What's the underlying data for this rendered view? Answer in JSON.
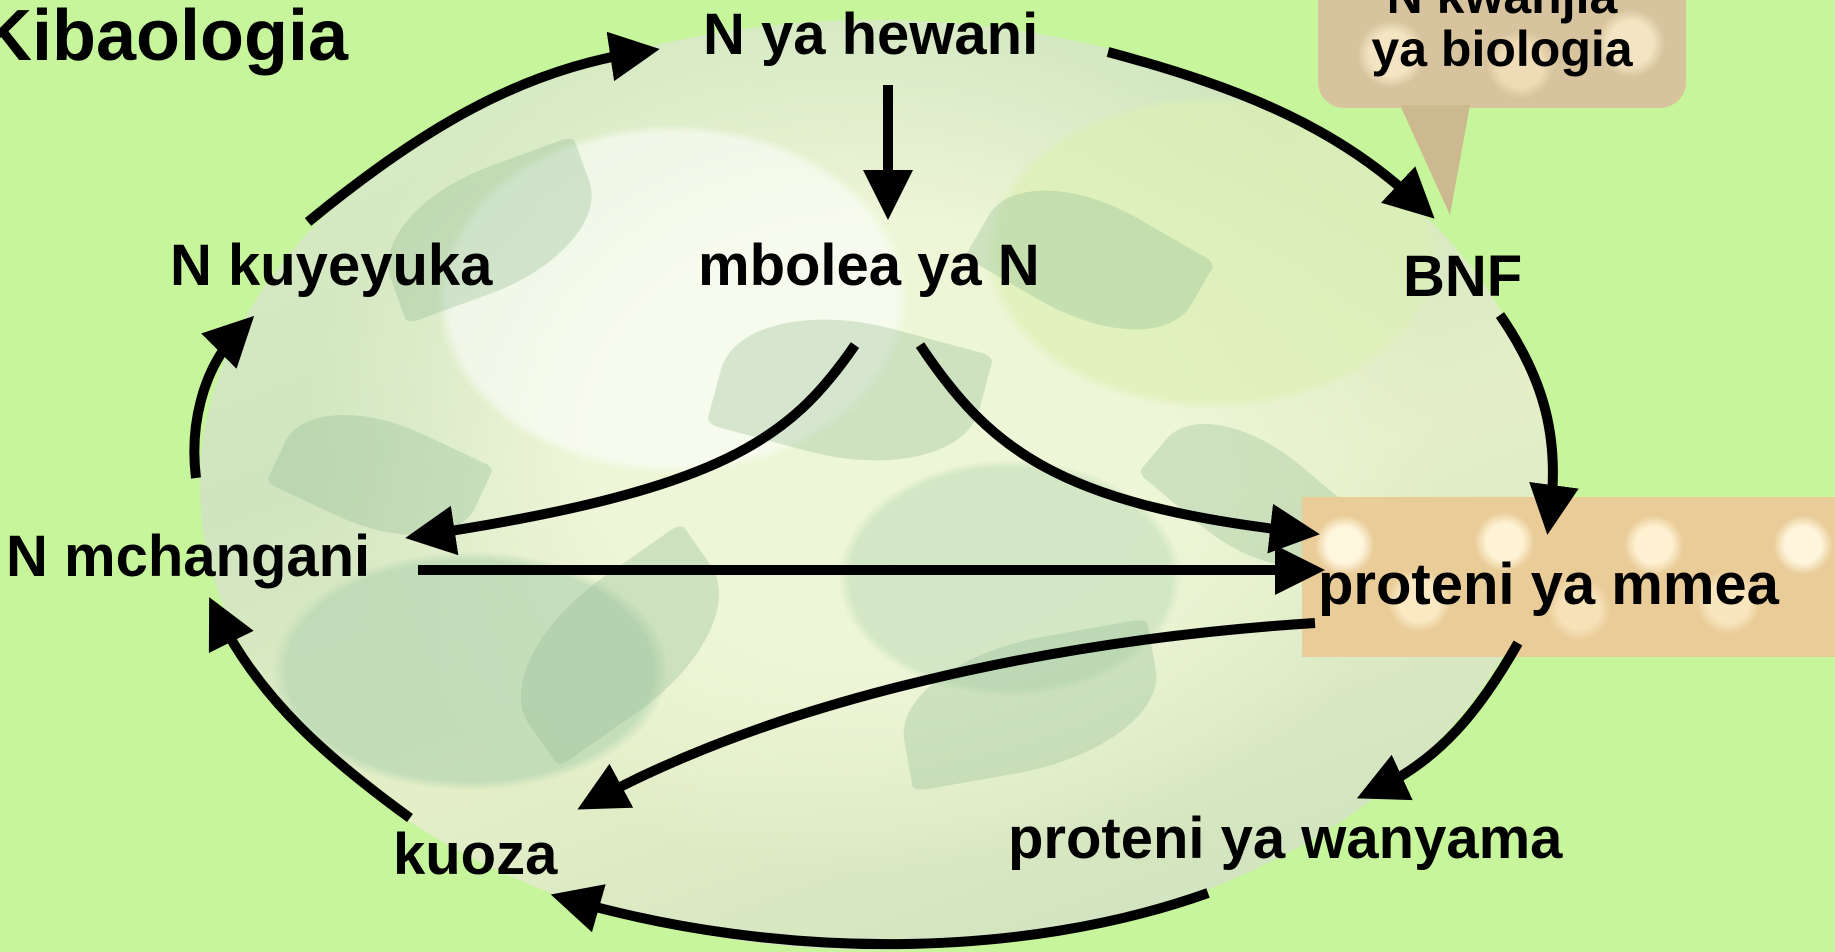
{
  "title": "Kibaologia",
  "nodes": {
    "air_n": "N ya hewani",
    "fertilizer_n": "mbolea ya N",
    "volatilization": "N kuyeyuka",
    "bnf": "BNF",
    "soil_n": "N mchangani",
    "plant_protein": "proteni ya mmea",
    "decomposition": "kuoza",
    "animal_protein": "proteni ya wanyama"
  },
  "callout": {
    "line1": "N kwanjia",
    "line2": "ya biologia"
  },
  "colors": {
    "background": "#c6f59b",
    "arrow": "#000000"
  }
}
